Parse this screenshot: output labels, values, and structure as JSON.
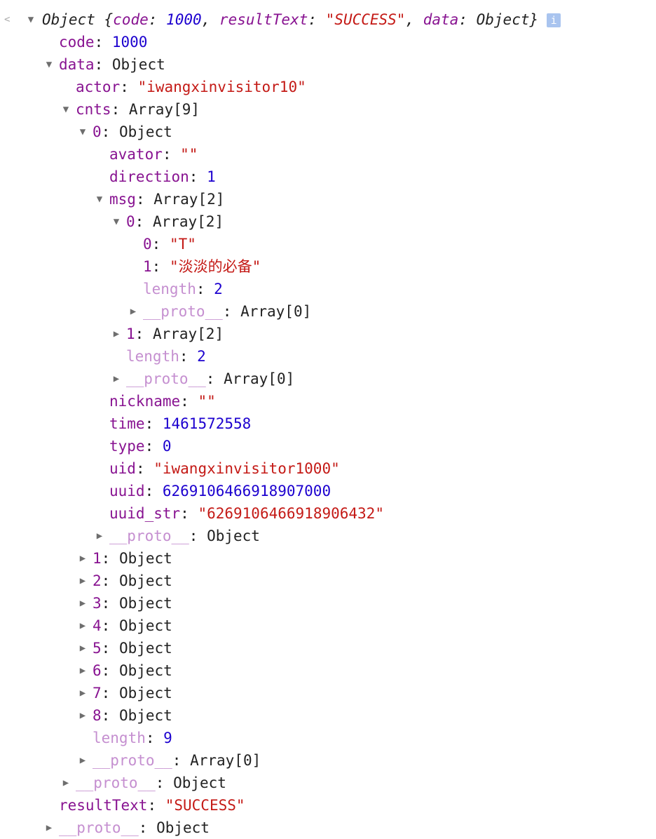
{
  "console": {
    "summary": {
      "type_label": "Object",
      "open_brace": "{",
      "close_brace": "}",
      "props": [
        {
          "key": "code",
          "value": "1000",
          "kind": "num"
        },
        {
          "key": "resultText",
          "value": "\"SUCCESS\"",
          "kind": "str"
        },
        {
          "key": "data",
          "value": "Object",
          "kind": "obj"
        }
      ],
      "info_icon": "i"
    },
    "colors": {
      "key": "#881391",
      "key_dim": "#c58fd0",
      "number": "#1c00cf",
      "string": "#c41a16"
    },
    "rows": [
      {
        "depth": 1,
        "arrow": "none",
        "key": "code",
        "value": "1000",
        "kind": "num"
      },
      {
        "depth": 1,
        "arrow": "expanded",
        "key": "data",
        "value": "Object",
        "kind": "obj"
      },
      {
        "depth": 2,
        "arrow": "none",
        "key": "actor",
        "value": "\"iwangxinvisitor10\"",
        "kind": "str"
      },
      {
        "depth": 2,
        "arrow": "expanded",
        "key": "cnts",
        "value": "Array[9]",
        "kind": "obj"
      },
      {
        "depth": 3,
        "arrow": "expanded",
        "key": "0",
        "value": "Object",
        "kind": "obj"
      },
      {
        "depth": 4,
        "arrow": "none",
        "key": "avator",
        "value": "\"\"",
        "kind": "str"
      },
      {
        "depth": 4,
        "arrow": "none",
        "key": "direction",
        "value": "1",
        "kind": "num"
      },
      {
        "depth": 4,
        "arrow": "expanded",
        "key": "msg",
        "value": "Array[2]",
        "kind": "obj"
      },
      {
        "depth": 5,
        "arrow": "expanded",
        "key": "0",
        "value": "Array[2]",
        "kind": "obj"
      },
      {
        "depth": 6,
        "arrow": "none",
        "key": "0",
        "value": "\"T\"",
        "kind": "str"
      },
      {
        "depth": 6,
        "arrow": "none",
        "key": "1",
        "value": "\"淡淡的必备\"",
        "kind": "str"
      },
      {
        "depth": 6,
        "arrow": "none",
        "key": "length",
        "value": "2",
        "kind": "num",
        "dim": true
      },
      {
        "depth": 6,
        "arrow": "collapsed",
        "key": "__proto__",
        "value": "Array[0]",
        "kind": "obj",
        "dim": true
      },
      {
        "depth": 5,
        "arrow": "collapsed",
        "key": "1",
        "value": "Array[2]",
        "kind": "obj"
      },
      {
        "depth": 5,
        "arrow": "none",
        "key": "length",
        "value": "2",
        "kind": "num",
        "dim": true
      },
      {
        "depth": 5,
        "arrow": "collapsed",
        "key": "__proto__",
        "value": "Array[0]",
        "kind": "obj",
        "dim": true
      },
      {
        "depth": 4,
        "arrow": "none",
        "key": "nickname",
        "value": "\"\"",
        "kind": "str"
      },
      {
        "depth": 4,
        "arrow": "none",
        "key": "time",
        "value": "1461572558",
        "kind": "num"
      },
      {
        "depth": 4,
        "arrow": "none",
        "key": "type",
        "value": "0",
        "kind": "num"
      },
      {
        "depth": 4,
        "arrow": "none",
        "key": "uid",
        "value": "\"iwangxinvisitor1000\"",
        "kind": "str"
      },
      {
        "depth": 4,
        "arrow": "none",
        "key": "uuid",
        "value": "6269106466918907000",
        "kind": "num"
      },
      {
        "depth": 4,
        "arrow": "none",
        "key": "uuid_str",
        "value": "\"6269106466918906432\"",
        "kind": "str"
      },
      {
        "depth": 4,
        "arrow": "collapsed",
        "key": "__proto__",
        "value": "Object",
        "kind": "obj",
        "dim": true
      },
      {
        "depth": 3,
        "arrow": "collapsed",
        "key": "1",
        "value": "Object",
        "kind": "obj"
      },
      {
        "depth": 3,
        "arrow": "collapsed",
        "key": "2",
        "value": "Object",
        "kind": "obj"
      },
      {
        "depth": 3,
        "arrow": "collapsed",
        "key": "3",
        "value": "Object",
        "kind": "obj"
      },
      {
        "depth": 3,
        "arrow": "collapsed",
        "key": "4",
        "value": "Object",
        "kind": "obj"
      },
      {
        "depth": 3,
        "arrow": "collapsed",
        "key": "5",
        "value": "Object",
        "kind": "obj"
      },
      {
        "depth": 3,
        "arrow": "collapsed",
        "key": "6",
        "value": "Object",
        "kind": "obj"
      },
      {
        "depth": 3,
        "arrow": "collapsed",
        "key": "7",
        "value": "Object",
        "kind": "obj"
      },
      {
        "depth": 3,
        "arrow": "collapsed",
        "key": "8",
        "value": "Object",
        "kind": "obj"
      },
      {
        "depth": 3,
        "arrow": "none",
        "key": "length",
        "value": "9",
        "kind": "num",
        "dim": true
      },
      {
        "depth": 3,
        "arrow": "collapsed",
        "key": "__proto__",
        "value": "Array[0]",
        "kind": "obj",
        "dim": true
      },
      {
        "depth": 2,
        "arrow": "collapsed",
        "key": "__proto__",
        "value": "Object",
        "kind": "obj",
        "dim": true
      },
      {
        "depth": 1,
        "arrow": "none",
        "key": "resultText",
        "value": "\"SUCCESS\"",
        "kind": "str"
      },
      {
        "depth": 1,
        "arrow": "collapsed",
        "key": "__proto__",
        "value": "Object",
        "kind": "obj",
        "dim": true
      }
    ]
  }
}
